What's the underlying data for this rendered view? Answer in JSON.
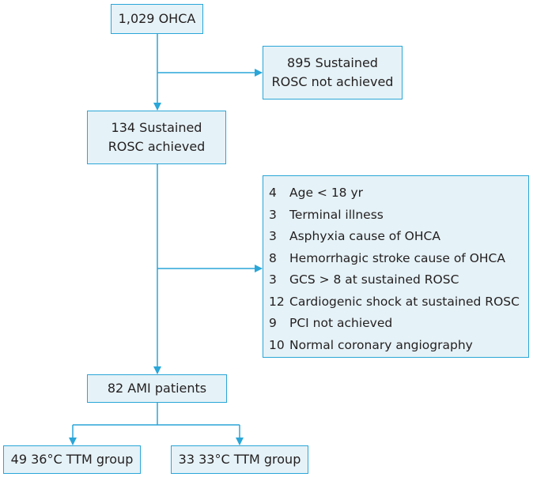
{
  "nodes": {
    "total": "1,029 OHCA",
    "not_achieved": [
      "895 Sustained",
      "ROSC not achieved"
    ],
    "achieved": [
      "134 Sustained",
      "ROSC achieved"
    ],
    "ami": "82 AMI patients",
    "group_36": "49 36°C TTM group",
    "group_33": "33 33°C TTM group"
  },
  "exclusions": [
    {
      "count": "4",
      "reason": "Age  < 18 yr"
    },
    {
      "count": "3",
      "reason": "Terminal illness"
    },
    {
      "count": "3",
      "reason": "Asphyxia cause of OHCA"
    },
    {
      "count": "8",
      "reason": "Hemorrhagic stroke cause of OHCA"
    },
    {
      "count": "3",
      "reason": "GCS  > 8 at sustained ROSC"
    },
    {
      "count": "12",
      "reason": "Cardiogenic shock at sustained ROSC"
    },
    {
      "count": "9",
      "reason": "PCI not achieved"
    },
    {
      "count": "10",
      "reason": "Normal coronary angiography"
    }
  ],
  "colors": {
    "border": "#2aa6d8",
    "fill": "#e5f2f7",
    "arrow": "#2aa6d8"
  }
}
